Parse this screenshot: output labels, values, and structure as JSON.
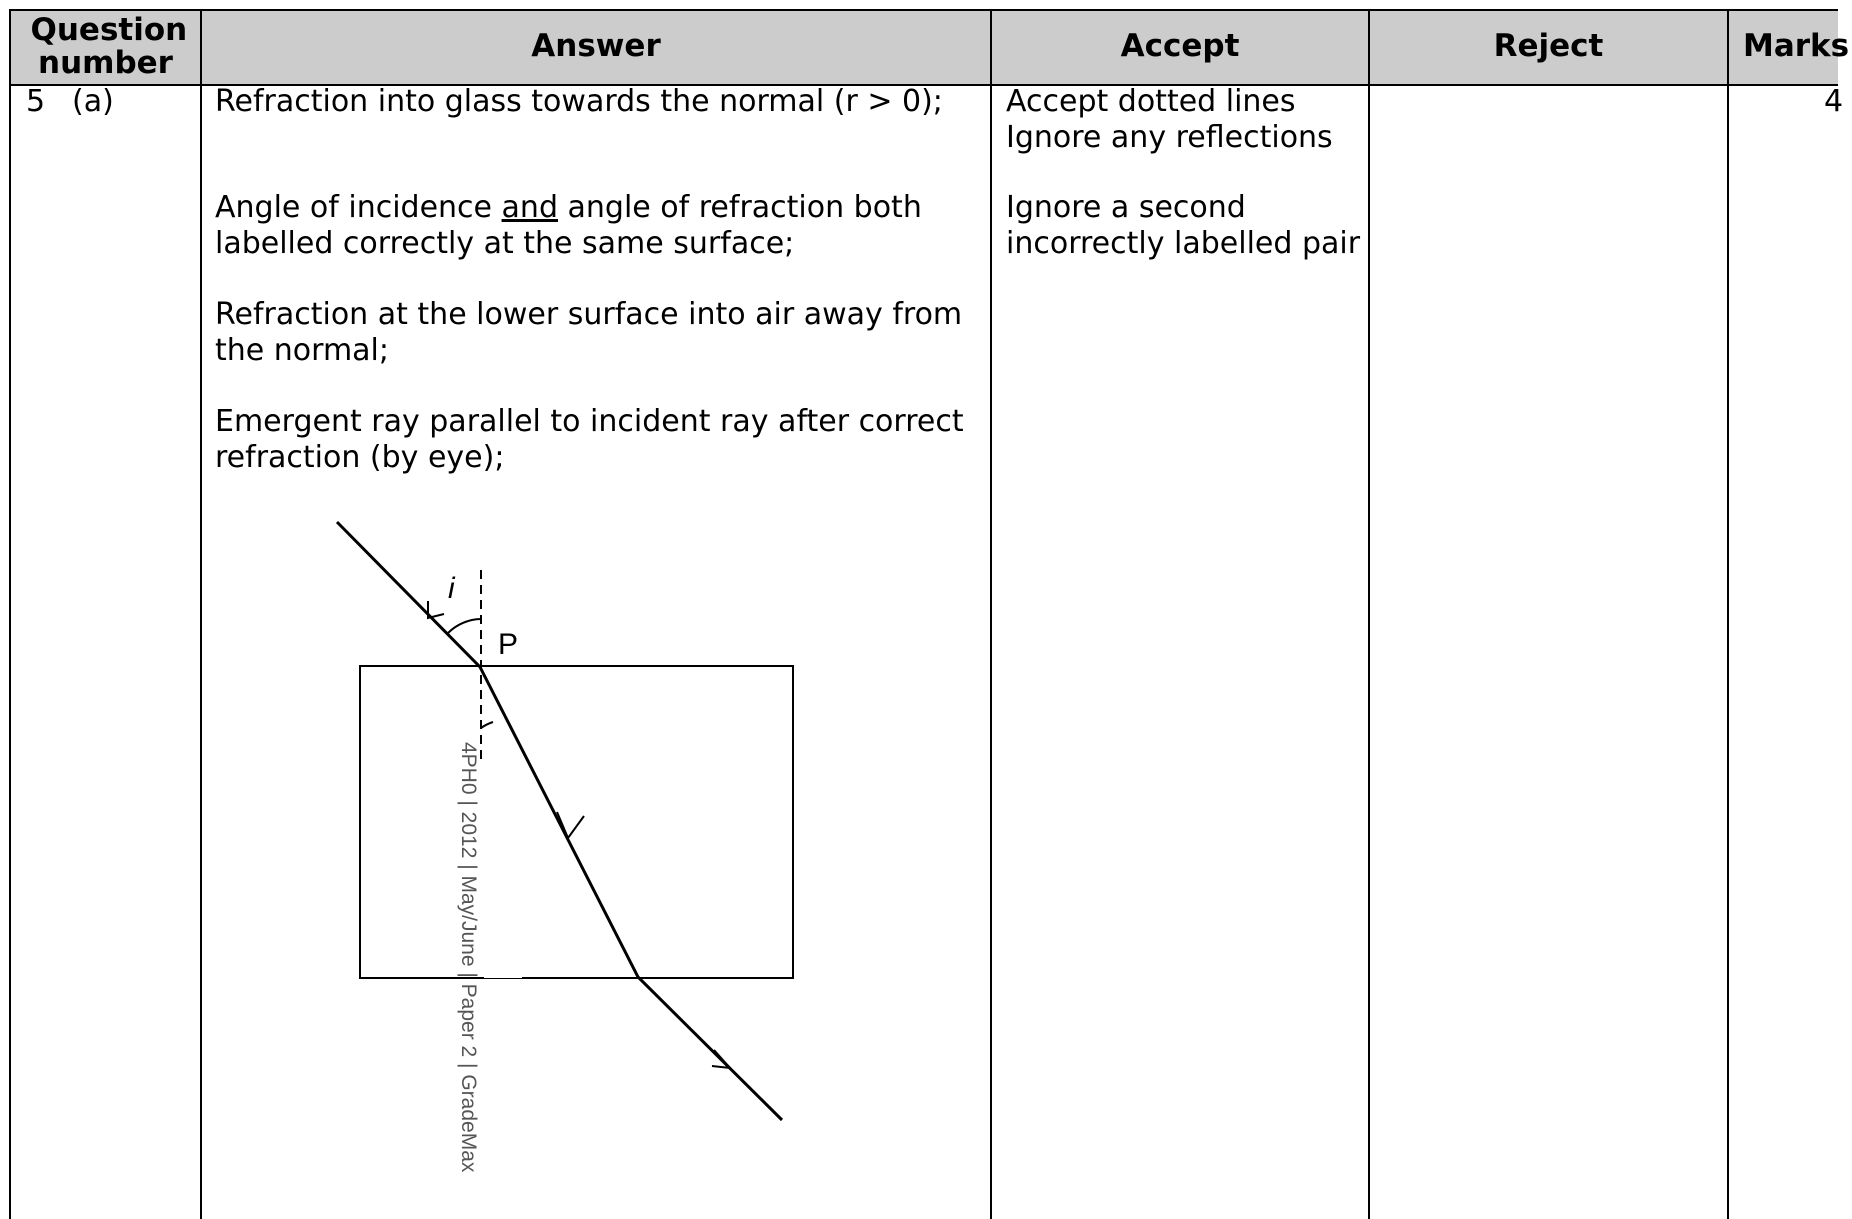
{
  "headers": {
    "question": "Question number",
    "answer": "Answer",
    "accept": "Accept",
    "reject": "Reject",
    "marks": "Marks"
  },
  "row": {
    "question_number": "5",
    "question_part": "(a)",
    "answers": {
      "a1": "Refraction into glass towards the normal (r > 0);",
      "a2_pre": "Angle of incidence ",
      "a2_under": "and",
      "a2_post": " angle of refraction both",
      "a2_line2": "labelled correctly at the same surface;",
      "a3_line1": "Refraction at the lower surface into air away from",
      "a3_line2": "the normal;",
      "a4_line1": "Emergent ray parallel to incident ray after correct",
      "a4_line2": "refraction (by eye);"
    },
    "accept": {
      "l1": "Accept dotted lines",
      "l2": "Ignore any reflections",
      "l3": "Ignore a second",
      "l4": "incorrectly labelled pair"
    },
    "reject": "",
    "marks": "4"
  },
  "diagram": {
    "label_i": "i",
    "label_p": "P",
    "watermark": "4PH0 | 2012 | May/June | Paper 2 | GradeMax"
  }
}
